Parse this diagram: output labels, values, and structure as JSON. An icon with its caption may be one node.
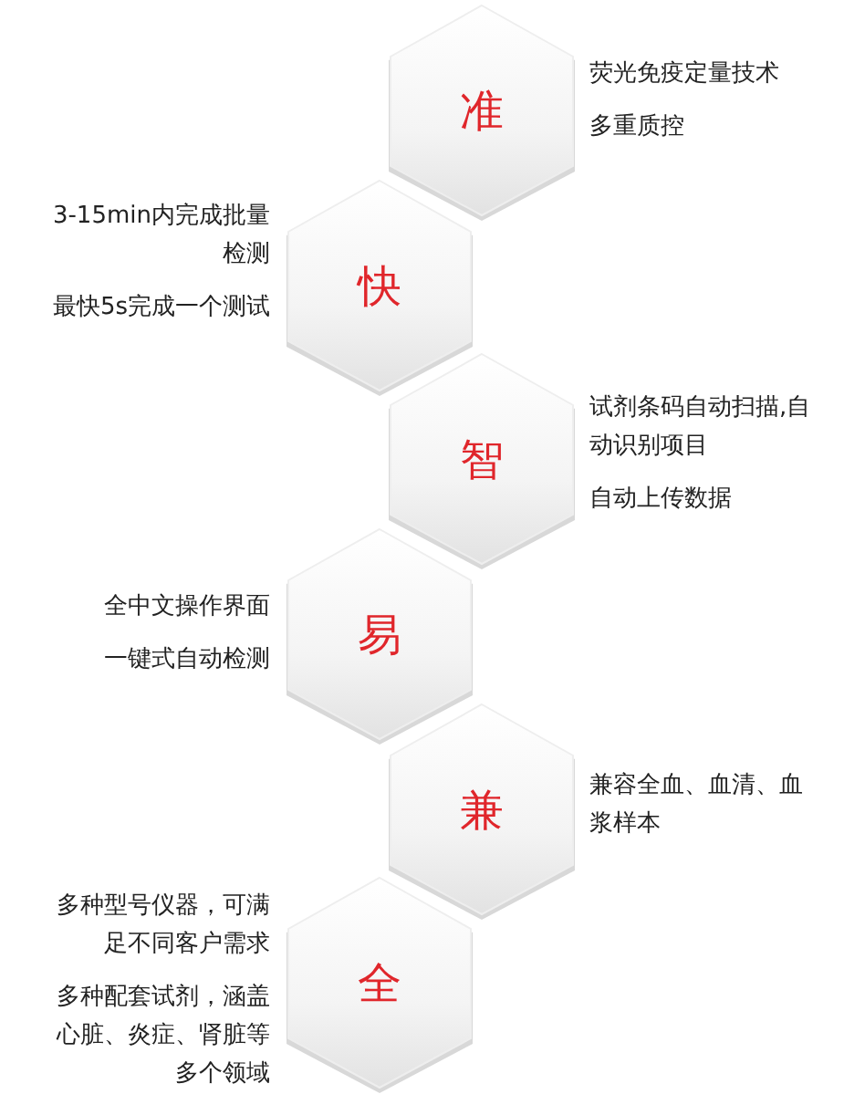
{
  "diagram": {
    "nodes": [
      {
        "text": [
          "准"
        ],
        "beside": [
          "荧光免疫定量技术",
          "多重质控"
        ]
      },
      {
        "text": [
          "快"
        ],
        "beside": [
          "3-15min内完成批量检测",
          "最快5s完成一个测试"
        ]
      },
      {
        "text": [
          "智"
        ],
        "beside": [
          "试剂条码自动扫描,自动识别项目",
          "自动上传数据"
        ]
      },
      {
        "text": [
          "易"
        ],
        "beside": [
          "全中文操作界面",
          "一键式自动检测"
        ]
      },
      {
        "text": [
          "兼"
        ],
        "beside": [
          "兼容全血、血清、血浆样本"
        ]
      },
      {
        "text": [
          "全"
        ],
        "beside": [
          "多种型号仪器，可满足不同客户需求",
          "多种配套试剂，涵盖心脏、炎症、肾脏等多个领域"
        ]
      }
    ]
  }
}
